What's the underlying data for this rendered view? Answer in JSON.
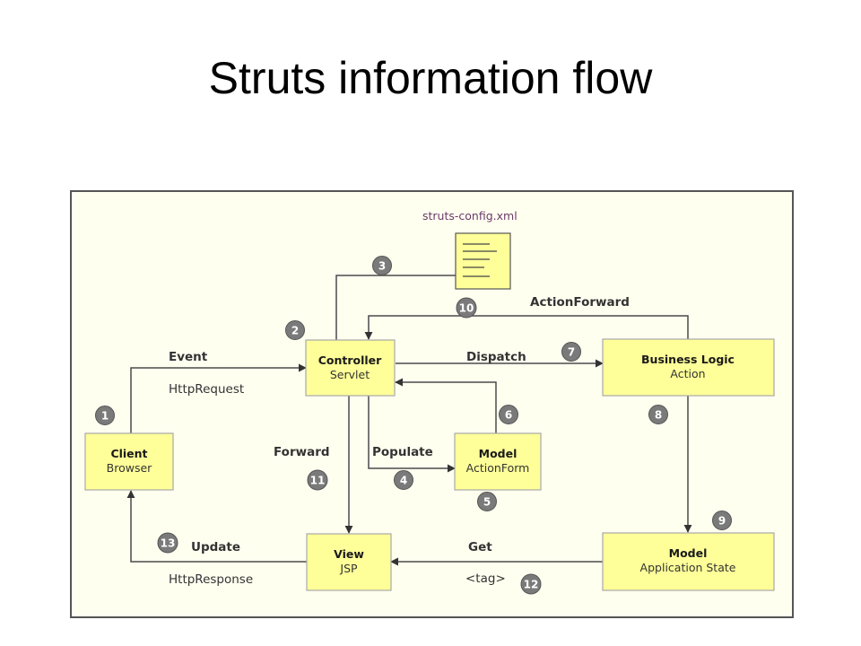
{
  "title": "Struts information flow",
  "colors": {
    "box_fill": "#ffff99",
    "frame_fill": "#fffff0",
    "badge": "#7a7a7a"
  },
  "config_file": "struts-config.xml",
  "nodes": {
    "client": {
      "title": "Client",
      "sub": "Browser"
    },
    "controller": {
      "title": "Controller",
      "sub": "Servlet"
    },
    "business": {
      "title": "Business Logic",
      "sub": "Action"
    },
    "form": {
      "title": "Model",
      "sub": "ActionForm"
    },
    "view": {
      "title": "View",
      "sub": "JSP"
    },
    "state": {
      "title": "Model",
      "sub": "Application State"
    }
  },
  "labels": {
    "event": "Event",
    "http_request": "HttpRequest",
    "dispatch": "Dispatch",
    "action_forward": "ActionForward",
    "forward": "Forward",
    "populate": "Populate",
    "update": "Update",
    "http_response": "HttpResponse",
    "get": "Get",
    "tag": "<tag>"
  },
  "steps": [
    "1",
    "2",
    "3",
    "4",
    "5",
    "6",
    "7",
    "8",
    "9",
    "10",
    "11",
    "12",
    "13"
  ]
}
